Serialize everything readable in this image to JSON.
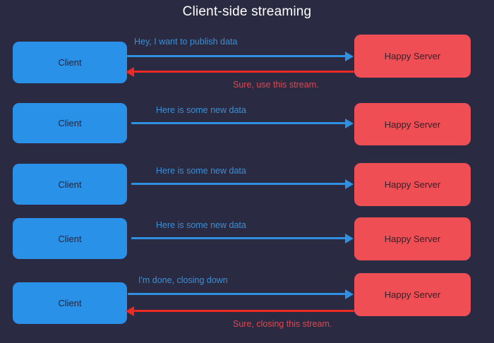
{
  "diagram": {
    "title": "Client-side streaming",
    "background_color": "#2a2b42",
    "client_color": "#2a91e8",
    "server_color": "#ef4e55",
    "request_arrow_color": "#2f8fe0",
    "response_arrow_color": "#ee2a24",
    "client_label": "Client",
    "server_label": "Happy Server",
    "rows": [
      {
        "index": 1,
        "client": "Client",
        "server": "Happy Server",
        "request_label": "Hey, I want to publish data",
        "response_label": "Sure, use this stream."
      },
      {
        "index": 2,
        "client": "Client",
        "server": "Happy Server",
        "request_label": "Here is some new data",
        "response_label": ""
      },
      {
        "index": 3,
        "client": "Client",
        "server": "Happy Server",
        "request_label": "Here is some new data",
        "response_label": ""
      },
      {
        "index": 4,
        "client": "Client",
        "server": "Happy Server",
        "request_label": "Here is some new data",
        "response_label": ""
      },
      {
        "index": 5,
        "client": "Client",
        "server": "Happy Server",
        "request_label": "I'm done, closing down",
        "response_label": "Sure, closing this stream."
      }
    ]
  }
}
